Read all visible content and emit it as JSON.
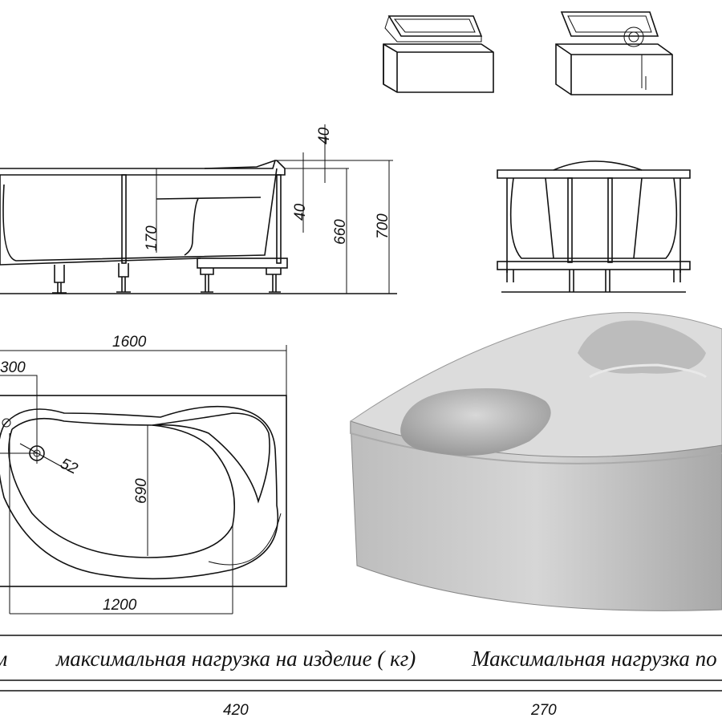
{
  "side_view": {
    "dims": {
      "rim_offset_top": "40",
      "rim_offset_bottom": "40",
      "seat_depth": "170",
      "rim_height": "660",
      "total_height": "700"
    }
  },
  "plan_view": {
    "dims": {
      "length": "1600",
      "drain_offset": "300",
      "drain_diameter": "52",
      "bowl_width": "690",
      "bowl_length": "1200"
    }
  },
  "spec_table": {
    "headers": [
      "м",
      "максимальная нагрузка на изделие ( кг)",
      "Максимальная нагрузка по"
    ],
    "values": [
      "420",
      "270"
    ]
  },
  "colors": {
    "line": "#111111",
    "render_fill": "#c8c8c8",
    "background": "#ffffff"
  }
}
